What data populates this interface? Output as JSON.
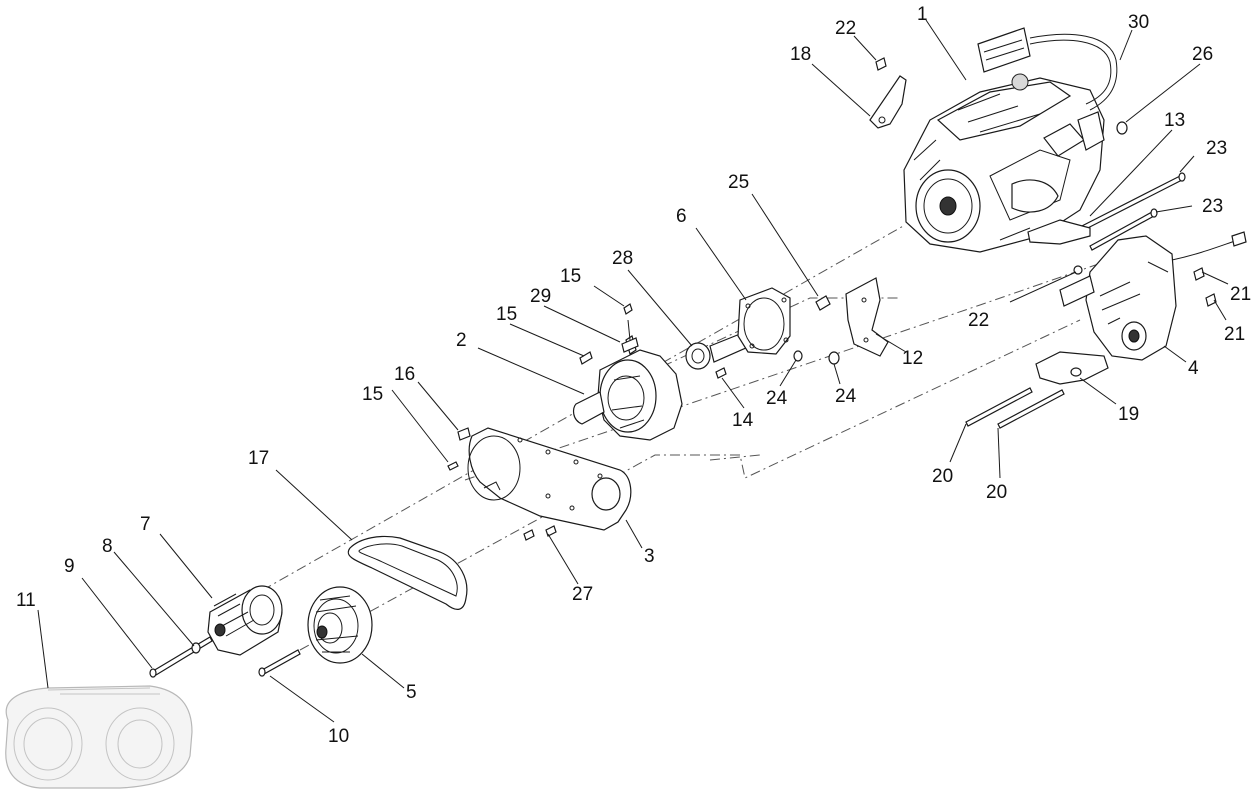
{
  "callouts": {
    "c1": "1",
    "c2": "2",
    "c3": "3",
    "c4": "4",
    "c5": "5",
    "c6": "6",
    "c7": "7",
    "c8": "8",
    "c9": "9",
    "c10": "10",
    "c11": "11",
    "c12": "12",
    "c13": "13",
    "c14": "14",
    "c15a": "15",
    "c15b": "15",
    "c15c": "15",
    "c16": "16",
    "c17": "17",
    "c18": "18",
    "c19": "19",
    "c20a": "20",
    "c20b": "20",
    "c21a": "21",
    "c21b": "21",
    "c22a": "22",
    "c22b": "22",
    "c23a": "23",
    "c23b": "23",
    "c24a": "24",
    "c24b": "24",
    "c25": "25",
    "c26": "26",
    "c27": "27",
    "c28": "28",
    "c29": "29",
    "c30": "30"
  }
}
